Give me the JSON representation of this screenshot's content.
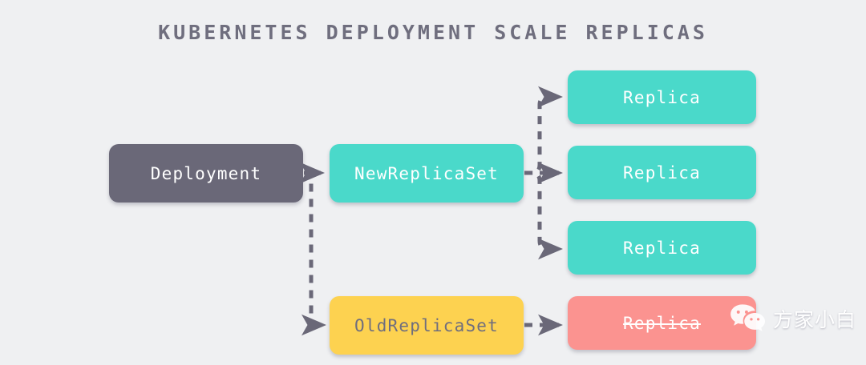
{
  "diagram": {
    "title": "KUBERNETES DEPLOYMENT SCALE REPLICAS",
    "background_color": "#eff0f2",
    "type": "flowchart",
    "colors": {
      "deployment": "#6a6878",
      "new_replicaset": "#4ad9ca",
      "old_replicaset": "#fdd250",
      "replica_active": "#4ad9ca",
      "replica_terminated": "#fb9390",
      "connector": "#6a6878",
      "title_text": "#6f6e7e"
    },
    "nodes": [
      {
        "id": "deployment",
        "label": "Deployment",
        "kind": "deployment"
      },
      {
        "id": "new-replicaset",
        "label": "NewReplicaSet",
        "kind": "replicaset-new"
      },
      {
        "id": "old-replicaset",
        "label": "OldReplicaSet",
        "kind": "replicaset-old"
      },
      {
        "id": "replica-1",
        "label": "Replica",
        "kind": "replica-active"
      },
      {
        "id": "replica-2",
        "label": "Replica",
        "kind": "replica-active"
      },
      {
        "id": "replica-3",
        "label": "Replica",
        "kind": "replica-active"
      },
      {
        "id": "replica-4",
        "label": "Replica",
        "kind": "replica-terminated"
      }
    ],
    "edges": [
      {
        "from": "deployment",
        "to": "new-replicaset",
        "style": "dashed-arrow"
      },
      {
        "from": "deployment",
        "to": "old-replicaset",
        "style": "dashed-arrow"
      },
      {
        "from": "new-replicaset",
        "to": "replica-1",
        "style": "dashed-arrow"
      },
      {
        "from": "new-replicaset",
        "to": "replica-2",
        "style": "dashed-arrow"
      },
      {
        "from": "new-replicaset",
        "to": "replica-3",
        "style": "dashed-arrow"
      },
      {
        "from": "old-replicaset",
        "to": "replica-4",
        "style": "dashed-arrow"
      }
    ]
  },
  "watermark": {
    "icon": "wechat-icon",
    "text": "方家小白"
  }
}
